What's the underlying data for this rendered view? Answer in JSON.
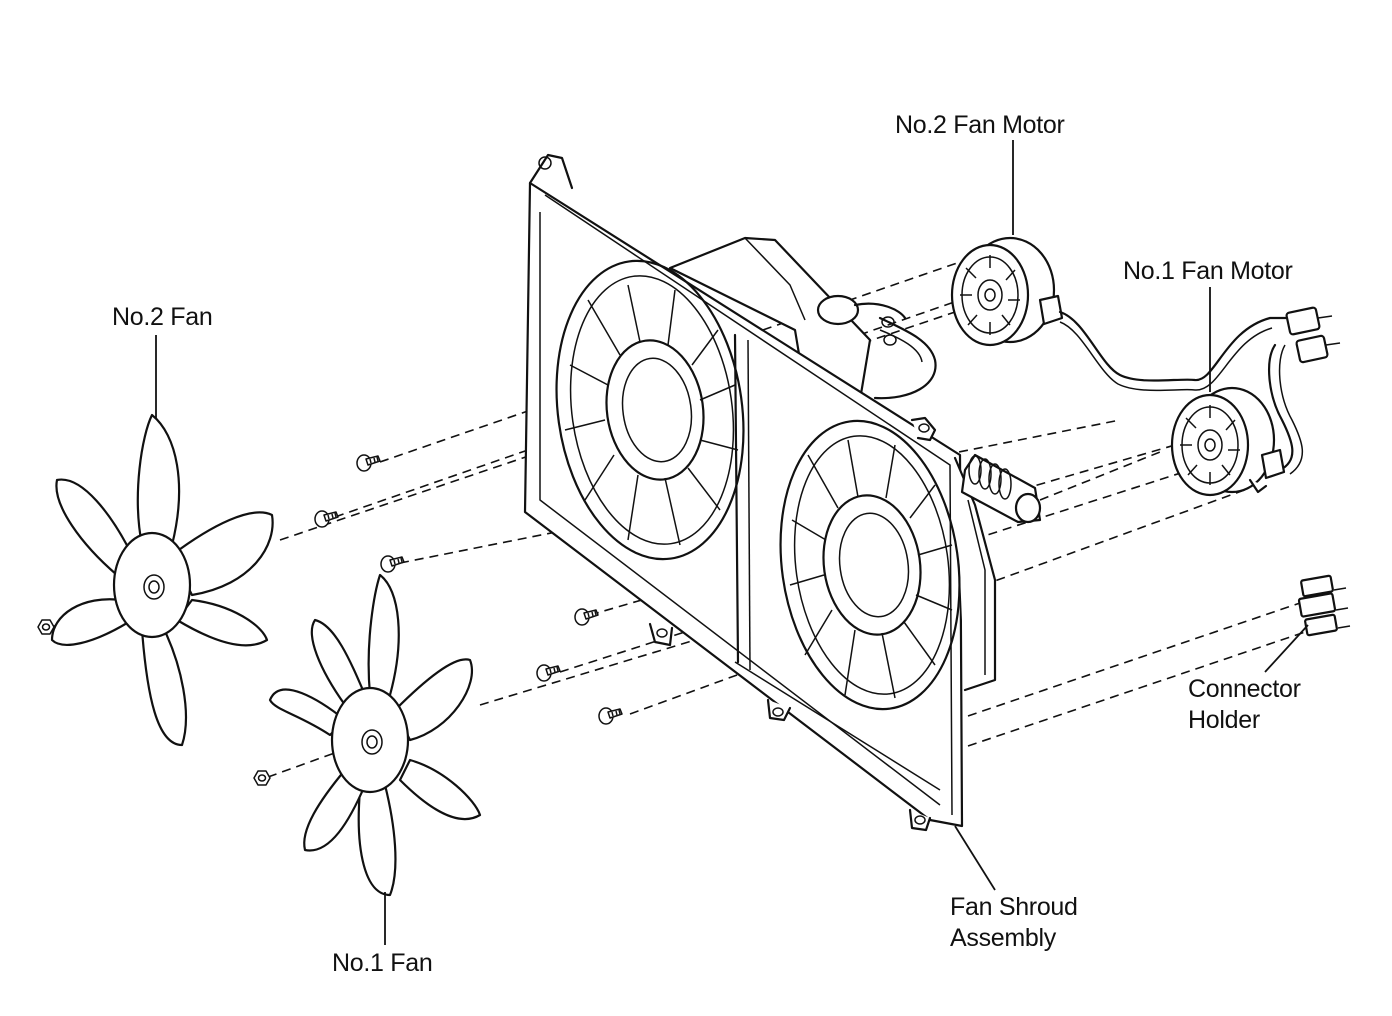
{
  "labels": {
    "no2_fan_motor": "No.2 Fan Motor",
    "no1_fan_motor": "No.1 Fan Motor",
    "no2_fan": "No.2 Fan",
    "no1_fan": "No.1 Fan",
    "connector_holder_line1": "Connector",
    "connector_holder_line2": "Holder",
    "fan_shroud_line1": "Fan Shroud",
    "fan_shroud_line2": "Assembly"
  },
  "colors": {
    "ink": "#111111",
    "paper": "#ffffff"
  }
}
